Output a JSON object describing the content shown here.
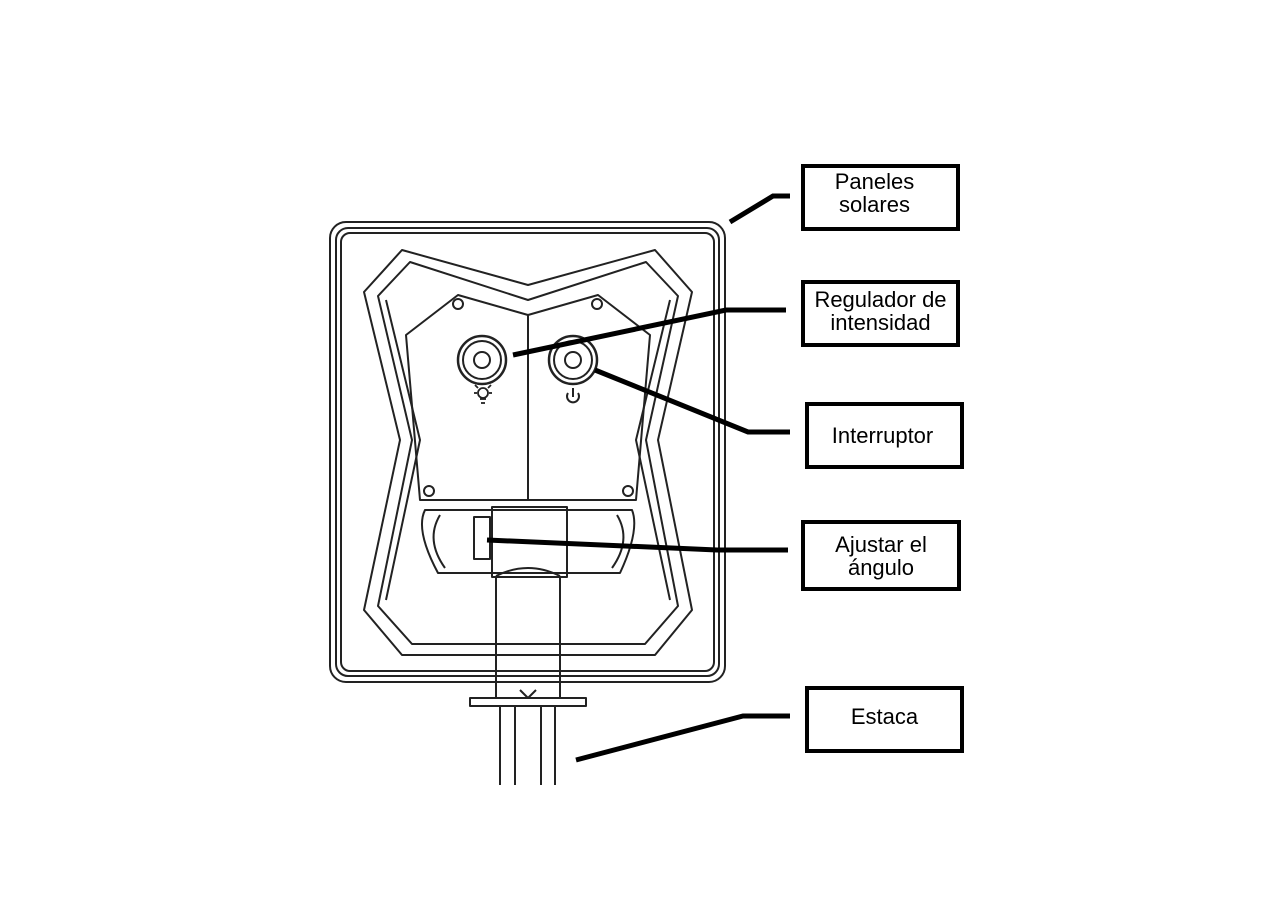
{
  "labels": {
    "solar_panels": {
      "line1": "Paneles",
      "line2": "solares"
    },
    "dimmer": {
      "line1": "Regulador de",
      "line2": "intensidad"
    },
    "switch": {
      "text": "Interruptor"
    },
    "angle_adjust": {
      "line1": "Ajustar el",
      "line2": "ángulo"
    },
    "stake": {
      "text": "Estaca"
    }
  },
  "icons": {
    "dimmer_symbol": "lightbulb-icon",
    "switch_symbol": "power-icon"
  },
  "colors": {
    "line": "#000000",
    "background": "#ffffff"
  }
}
